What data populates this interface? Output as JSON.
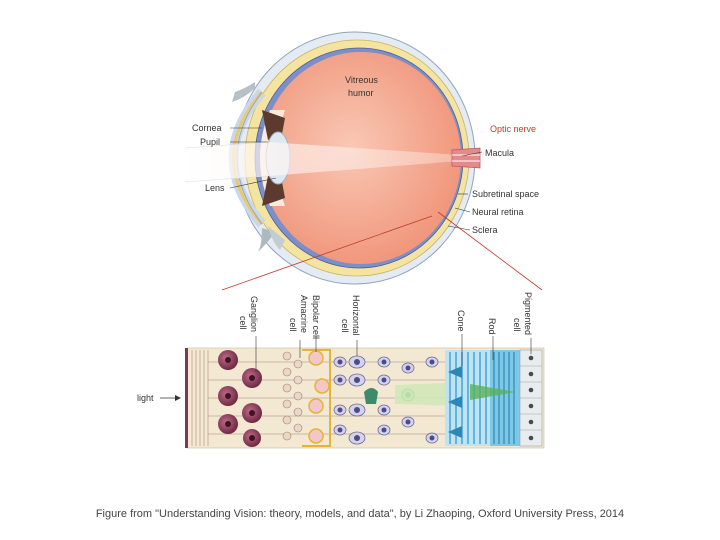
{
  "eye_labels": {
    "vitreous_line1": "Vitreous",
    "vitreous_line2": "humor",
    "cornea": "Cornea",
    "pupil": "Pupil",
    "lens": "Lens",
    "optic_nerve": "Optic nerve",
    "macula": "Macula",
    "subretinal_space": "Subretinal space",
    "neural_retina": "Neural retina",
    "sclera": "Sclera"
  },
  "retina_labels": {
    "ganglion_line1": "Ganglion",
    "ganglion_line2": "cell",
    "amacrine_line1": "Amacrine",
    "amacrine_line2": "cell",
    "bipolar": "Bipolar cell",
    "horizontal_line1": "Horizontal",
    "horizontal_line2": "cell",
    "cone": "Cone",
    "rod": "Rod",
    "pigmented_line1": "Pigmented",
    "pigmented_line2": "cell",
    "light": "light"
  },
  "caption": "Figure from \"Understanding Vision: theory, models, and data\", by Li Zhaoping, Oxford University Press, 2014",
  "colors": {
    "sclera": "#e6ecf3",
    "choroid": "#f6e6a6",
    "vitreous": "#f3a88e",
    "optic_nerve_label": "#c0392b",
    "pointer_line": "#c0392b",
    "rods": "#6fc0e0",
    "ganglion": "#8a3f5a",
    "amacrine": "#f4c7c7",
    "bipolar_nucleus": "#5a5aa0",
    "green_cell": "#47a447"
  }
}
